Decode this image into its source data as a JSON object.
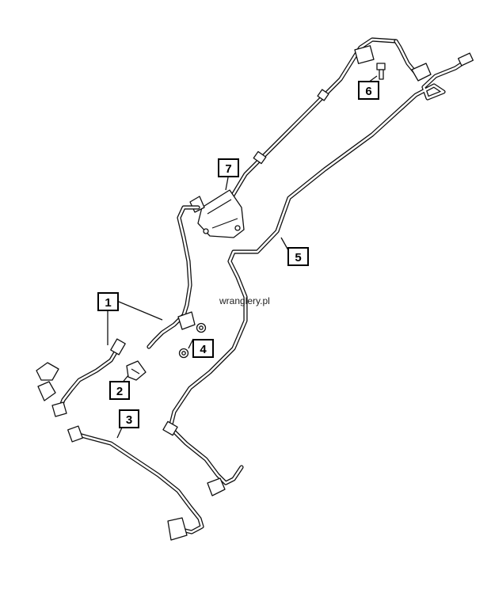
{
  "callouts": [
    {
      "id": "1",
      "label": "1"
    },
    {
      "id": "2",
      "label": "2"
    },
    {
      "id": "3",
      "label": "3"
    },
    {
      "id": "4",
      "label": "4"
    },
    {
      "id": "5",
      "label": "5"
    },
    {
      "id": "6",
      "label": "6"
    },
    {
      "id": "7",
      "label": "7"
    }
  ],
  "watermark": "wranglery.pl"
}
